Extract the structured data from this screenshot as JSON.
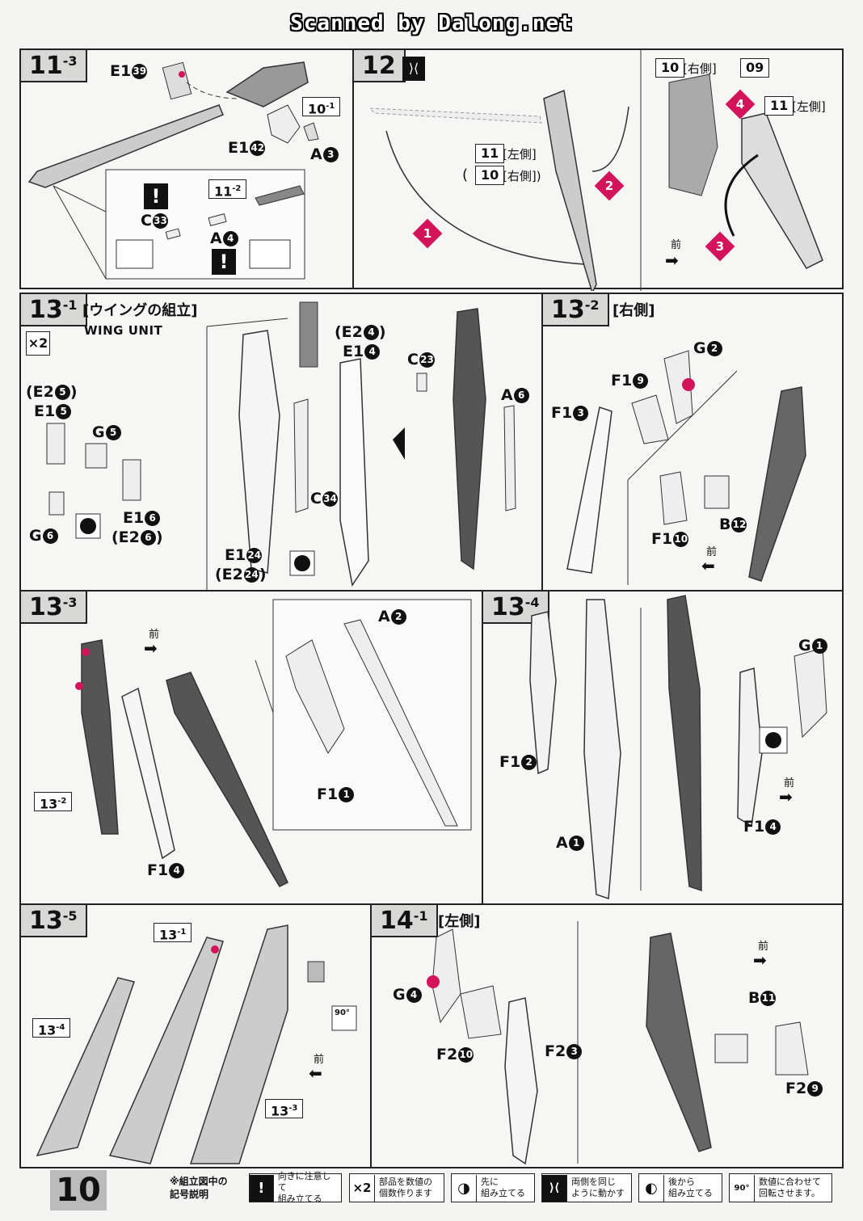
{
  "header": {
    "scan_credit": "Scanned by Dalong.net"
  },
  "page_number": "10",
  "panels": {
    "p11_3": {
      "step": "11",
      "sub": "-3",
      "labels": [
        "E1",
        "E1",
        "A",
        "C",
        "A"
      ],
      "circles": [
        "39",
        "42",
        "3",
        "33",
        "4"
      ],
      "refs": {
        "r1": "10",
        "r1sub": "-1",
        "r2": "11",
        "r2sub": "-2"
      }
    },
    "p12": {
      "step": "12",
      "refs": {
        "a": "11",
        "a_side": "[左側]",
        "b": "10",
        "b_side": "[右側]",
        "c": "10",
        "c_side": "[右側]",
        "d": "09",
        "e": "11",
        "e_side": "[左側]"
      },
      "order": [
        "1",
        "2",
        "3",
        "4"
      ],
      "front": "前"
    },
    "p13_1": {
      "step": "13",
      "sub": "-1",
      "title": "[ウイングの組立]",
      "subtitle": "WING UNIT",
      "count": "×2",
      "labels": {
        "e2_5": "(E2",
        "e2_5c": "5",
        "e1_5": "E1",
        "e1_5c": "5",
        "g5": "G",
        "g5c": "5",
        "g6": "G",
        "g6c": "6",
        "e1_6": "E1",
        "e1_6c": "6",
        "e2_6": "(E2",
        "e2_6c": "6",
        "e2_4": "(E2",
        "e2_4c": "4",
        "e1_4": "E1",
        "e1_4c": "4",
        "c34": "C",
        "c34c": "34",
        "e1_24": "E1",
        "e1_24c": "24",
        "e2_24": "(E2",
        "e2_24c": "24",
        "c23": "C",
        "c23c": "23",
        "a6": "A",
        "a6c": "6"
      }
    },
    "p13_2": {
      "step": "13",
      "sub": "-2",
      "title": "[右側]",
      "labels": {
        "g2": "G",
        "g2c": "2",
        "f19": "F1",
        "f19c": "9",
        "f13": "F1",
        "f13c": "3",
        "f110": "F1",
        "f110c": "10",
        "b12": "B",
        "b12c": "12"
      },
      "front": "前"
    },
    "p13_3": {
      "step": "13",
      "sub": "-3",
      "labels": {
        "a2": "A",
        "a2c": "2",
        "f11": "F1",
        "f11c": "1",
        "f14": "F1",
        "f14c": "4"
      },
      "ref": "13",
      "ref_sub": "-2",
      "front": "前"
    },
    "p13_4": {
      "step": "13",
      "sub": "-4",
      "labels": {
        "g1": "G",
        "g1c": "1",
        "f12": "F1",
        "f12c": "2",
        "a1": "A",
        "a1c": "1",
        "f14": "F1",
        "f14c": "4"
      },
      "front": "前"
    },
    "p13_5": {
      "step": "13",
      "sub": "-5",
      "refs": {
        "r1": "13",
        "r1sub": "-1",
        "r4": "13",
        "r4sub": "-4",
        "r3": "13",
        "r3sub": "-3"
      },
      "rotate": "90°",
      "front": "前"
    },
    "p14_1": {
      "step": "14",
      "sub": "-1",
      "title": "[左側]",
      "labels": {
        "g4": "G",
        "g4c": "4",
        "f210": "F2",
        "f210c": "10",
        "f23": "F2",
        "f23c": "3",
        "b11": "B",
        "b11c": "11",
        "f29": "F2",
        "f29c": "9"
      },
      "front": "前"
    }
  },
  "legend": {
    "title_line1": "※組立図中の",
    "title_line2": "記号説明",
    "items": [
      {
        "icon": "!",
        "line1": "向きに注意して",
        "line2": "組み立てる"
      },
      {
        "icon": "×2",
        "line1": "部品を数値の",
        "line2": "個数作ります"
      },
      {
        "icon": "◑",
        "line1": "先に",
        "line2": "組み立てる"
      },
      {
        "icon": "⟩⟨",
        "line1": "両側を同じ",
        "line2": "ように動かす"
      },
      {
        "icon": "◐",
        "line1": "後から",
        "line2": "組み立てる"
      },
      {
        "icon": "90°",
        "line1": "数値に合わせて",
        "line2": "回転させます。"
      }
    ]
  }
}
